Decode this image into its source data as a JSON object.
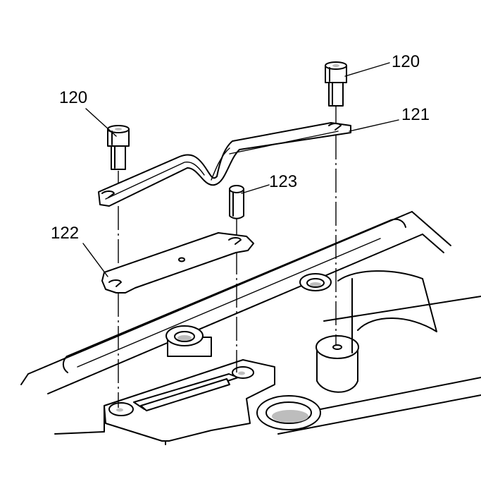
{
  "callouts": {
    "bolt_left": "120",
    "bolt_right": "120",
    "bracket": "121",
    "plate": "122",
    "pin": "123"
  }
}
